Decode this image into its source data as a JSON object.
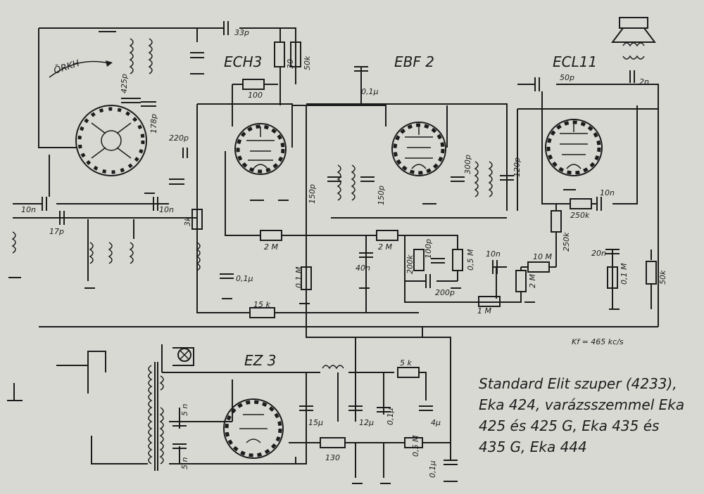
{
  "tubes": {
    "ech3": "ECH3",
    "ebf2": "EBF 2",
    "ecl11": "ECL11",
    "ez3": "EZ 3"
  },
  "band_selector": "ŌRKH",
  "labels": {
    "c33p": "33p",
    "r30": "30",
    "r50k_top": "50k",
    "r100": "100",
    "c01u_top": "0,1µ",
    "c50p": "50p",
    "c2n": "2n",
    "c425p": "425p",
    "c178p": "178p",
    "c220p": "220p",
    "c10n_ant": "10n",
    "c17p": "17p",
    "c10n_mid": "10n",
    "r3k": "3k",
    "c150p_a": "150p",
    "c150p_b": "150p",
    "c300p": "300p",
    "c120p": "120p",
    "c10n_ecl": "10n",
    "r250k_h": "250k",
    "r2M_a": "2 M",
    "r2M_b": "2 M",
    "c40n": "40n",
    "r200k": "200k",
    "c100p": "100p",
    "r05M_a": "0,5 M",
    "c10n_b": "10n",
    "r10M": "10 M",
    "r250k_v": "250k",
    "c20n": "20n",
    "r01M": "0,1 M",
    "c200p": "200p",
    "r2M_c": "2 M",
    "p1M": "1 M",
    "r50k_out": "50k",
    "c01u_mid": "0,1µ",
    "r15k": "15 k",
    "p01M": "0,1 M",
    "kf": "Kf = 465 kc/s",
    "r5k": "5 k",
    "c5n_a": "5 n",
    "c5n_b": "5 n",
    "c15u": "15µ",
    "c12u": "12µ",
    "c01u_psu": "0,1µ",
    "c4u": "4µ",
    "r05M_b": "0,5 M",
    "r130": "130",
    "c01u_bot": "0,1µ"
  },
  "caption": [
    "Standard Elit szuper (4233),",
    "Eka 424, varázsszemmel Eka",
    "425 és 425 G, Eka 435 és",
    "435 G, Eka 444"
  ]
}
